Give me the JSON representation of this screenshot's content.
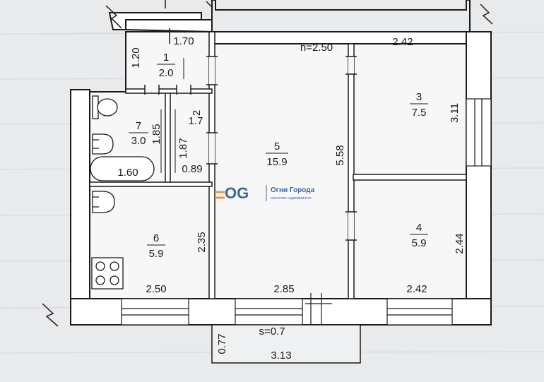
{
  "height_label": "h=2.50",
  "rooms": [
    {
      "number": "1",
      "area": "2.0"
    },
    {
      "number": "2",
      "area": "1.7"
    },
    {
      "number": "3",
      "area": "7.5"
    },
    {
      "number": "4",
      "area": "5.9"
    },
    {
      "number": "5",
      "area": "15.9"
    },
    {
      "number": "6",
      "area": "5.9"
    },
    {
      "number": "7",
      "area": "3.0"
    }
  ],
  "dimensions": {
    "r1_width": "1.70",
    "r1_depth": "1.20",
    "r2_depth": "1.87",
    "r2_width": "0.89",
    "r7_height": "1.85",
    "r7_width": "1.60",
    "r3_width": "2.42",
    "r3_depth": "3.11",
    "r5_depth": "5.58",
    "r6_depth": "2.35",
    "r6_width": "2.50",
    "r5_width": "2.85",
    "r4_width": "2.42",
    "r4_depth": "2.44",
    "balcony_depth": "0.77",
    "balcony_area": "s=0.7",
    "balcony_width": "3.13"
  },
  "watermark": {
    "logo": "OG",
    "name": "Огни Города",
    "tagline": "агентство недвижимости"
  }
}
